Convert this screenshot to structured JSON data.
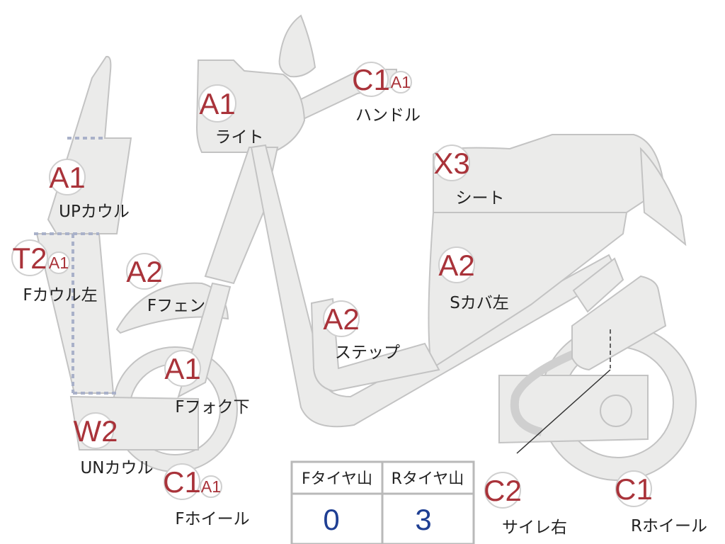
{
  "colors": {
    "code": "#a9333a",
    "value": "#1f3f93",
    "part_fill": "#ebebea",
    "part_stroke": "#c3c3c3"
  },
  "parts": [
    {
      "id": "light",
      "code": "A1",
      "label": "ライト"
    },
    {
      "id": "handle",
      "code": "C1",
      "sub": "A1",
      "label": "ハンドル"
    },
    {
      "id": "upcowl",
      "code": "A1",
      "label": "UPカウル"
    },
    {
      "id": "fcowl-left",
      "code": "T2",
      "sub": "A1",
      "label": "Fカウル左"
    },
    {
      "id": "ffender",
      "code": "A2",
      "label": "Fフェン"
    },
    {
      "id": "seat",
      "code": "X3",
      "label": "シート"
    },
    {
      "id": "scover-left",
      "code": "A2",
      "label": "Sカバ左"
    },
    {
      "id": "step",
      "code": "A2",
      "label": "ステップ"
    },
    {
      "id": "ffork-lower",
      "code": "A1",
      "label": "Fフォク下"
    },
    {
      "id": "uncowl",
      "code": "W2",
      "label": "UNカウル"
    },
    {
      "id": "fwheel",
      "code": "C1",
      "sub": "A1",
      "label": "Fホイール"
    },
    {
      "id": "muffler-right",
      "code": "C2",
      "label": "サイレ右"
    },
    {
      "id": "rwheel",
      "code": "C1",
      "label": "Rホイール"
    }
  ],
  "tire_table": {
    "headers": [
      "Fタイヤ山",
      "Rタイヤ山"
    ],
    "values": [
      "0",
      "3"
    ]
  }
}
